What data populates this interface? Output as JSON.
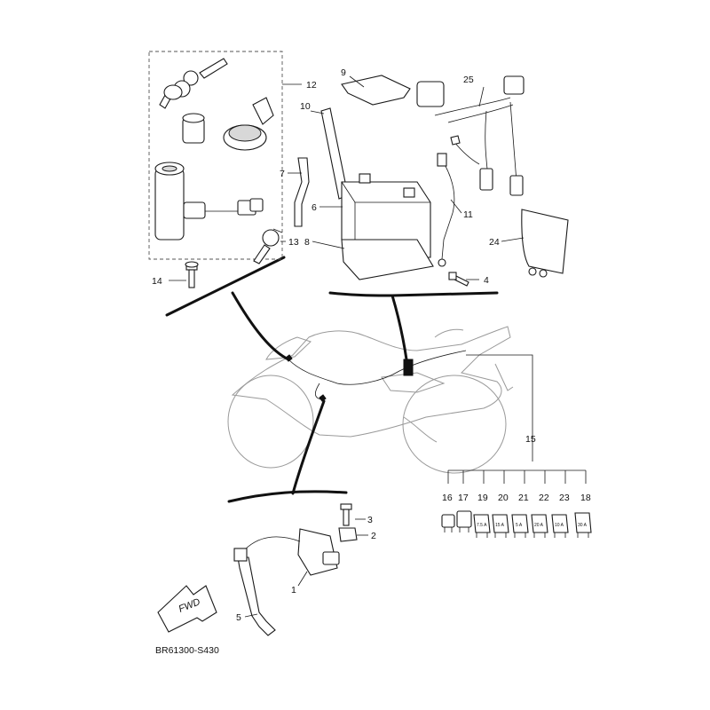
{
  "diagram_code": "BR61300-S430",
  "fwd_label": "FWD",
  "callouts": {
    "c1": "1",
    "c2": "2",
    "c3": "3",
    "c4": "4",
    "c5": "5",
    "c6": "6",
    "c7": "7",
    "c8": "8",
    "c9": "9",
    "c10": "10",
    "c11": "11",
    "c12": "12",
    "c13": "13",
    "c14": "14",
    "c15": "15",
    "c16": "16",
    "c17": "17",
    "c18": "18",
    "c19": "19",
    "c20": "20",
    "c21": "21",
    "c22": "22",
    "c23": "23",
    "c24": "24",
    "c25": "25"
  },
  "fuse_ratings": {
    "f19": "7.5 A",
    "f20": "15 A",
    "f21": "5 A",
    "f22": "20 A",
    "f23": "10 A",
    "f18": "30 A"
  }
}
